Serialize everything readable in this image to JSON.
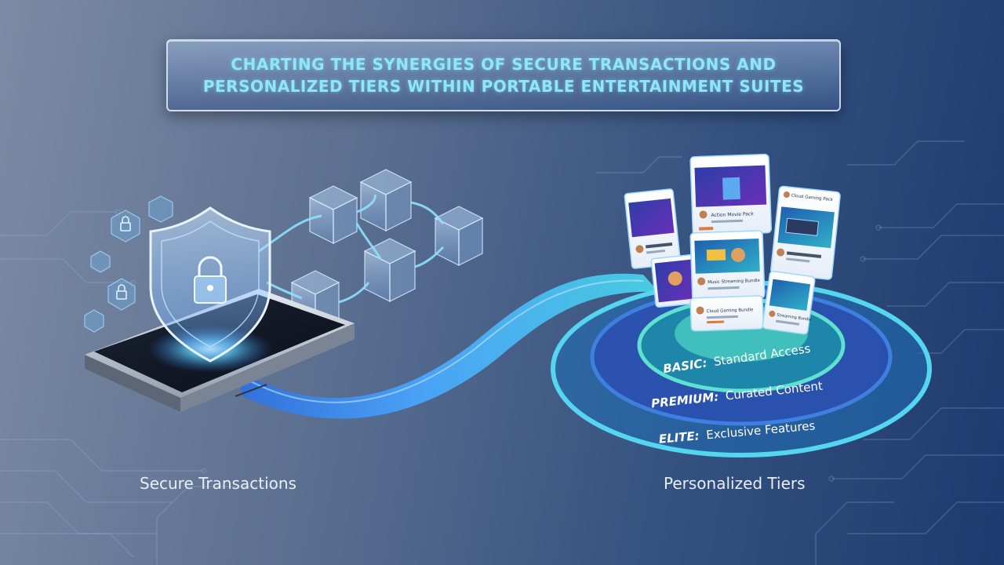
{
  "title": {
    "line1": "CHARTING THE SYNERGIES OF SECURE TRANSACTIONS AND",
    "line2": "PERSONALIZED TIERS WITHIN PORTABLE ENTERTAINMENT SUITES"
  },
  "left_caption": "Secure Transactions",
  "right_caption": "Personalized Tiers",
  "tiers": [
    {
      "name": "BASIC:",
      "desc": "Standard Access"
    },
    {
      "name": "PREMIUM:",
      "desc": "Curated Content"
    },
    {
      "name": "ELITE:",
      "desc": "Exclusive Features"
    }
  ],
  "cards": {
    "top": {
      "title": "Action Movie Pack"
    },
    "center": {
      "title": "Music Streaming Bundle"
    },
    "bottom": {
      "title": "Cloud Gaming Bundle"
    },
    "right_top": {
      "title": "Cloud Gaming Pack"
    },
    "right_bottom": {
      "title": "Streaming Bundle"
    }
  },
  "colors": {
    "accent_cyan": "#5fd8f0",
    "ring_outer": "#2fb7d8",
    "ring_mid": "#2a5fc4",
    "ring_inner": "#35c6c0",
    "ribbon": "#3a8ff0"
  }
}
